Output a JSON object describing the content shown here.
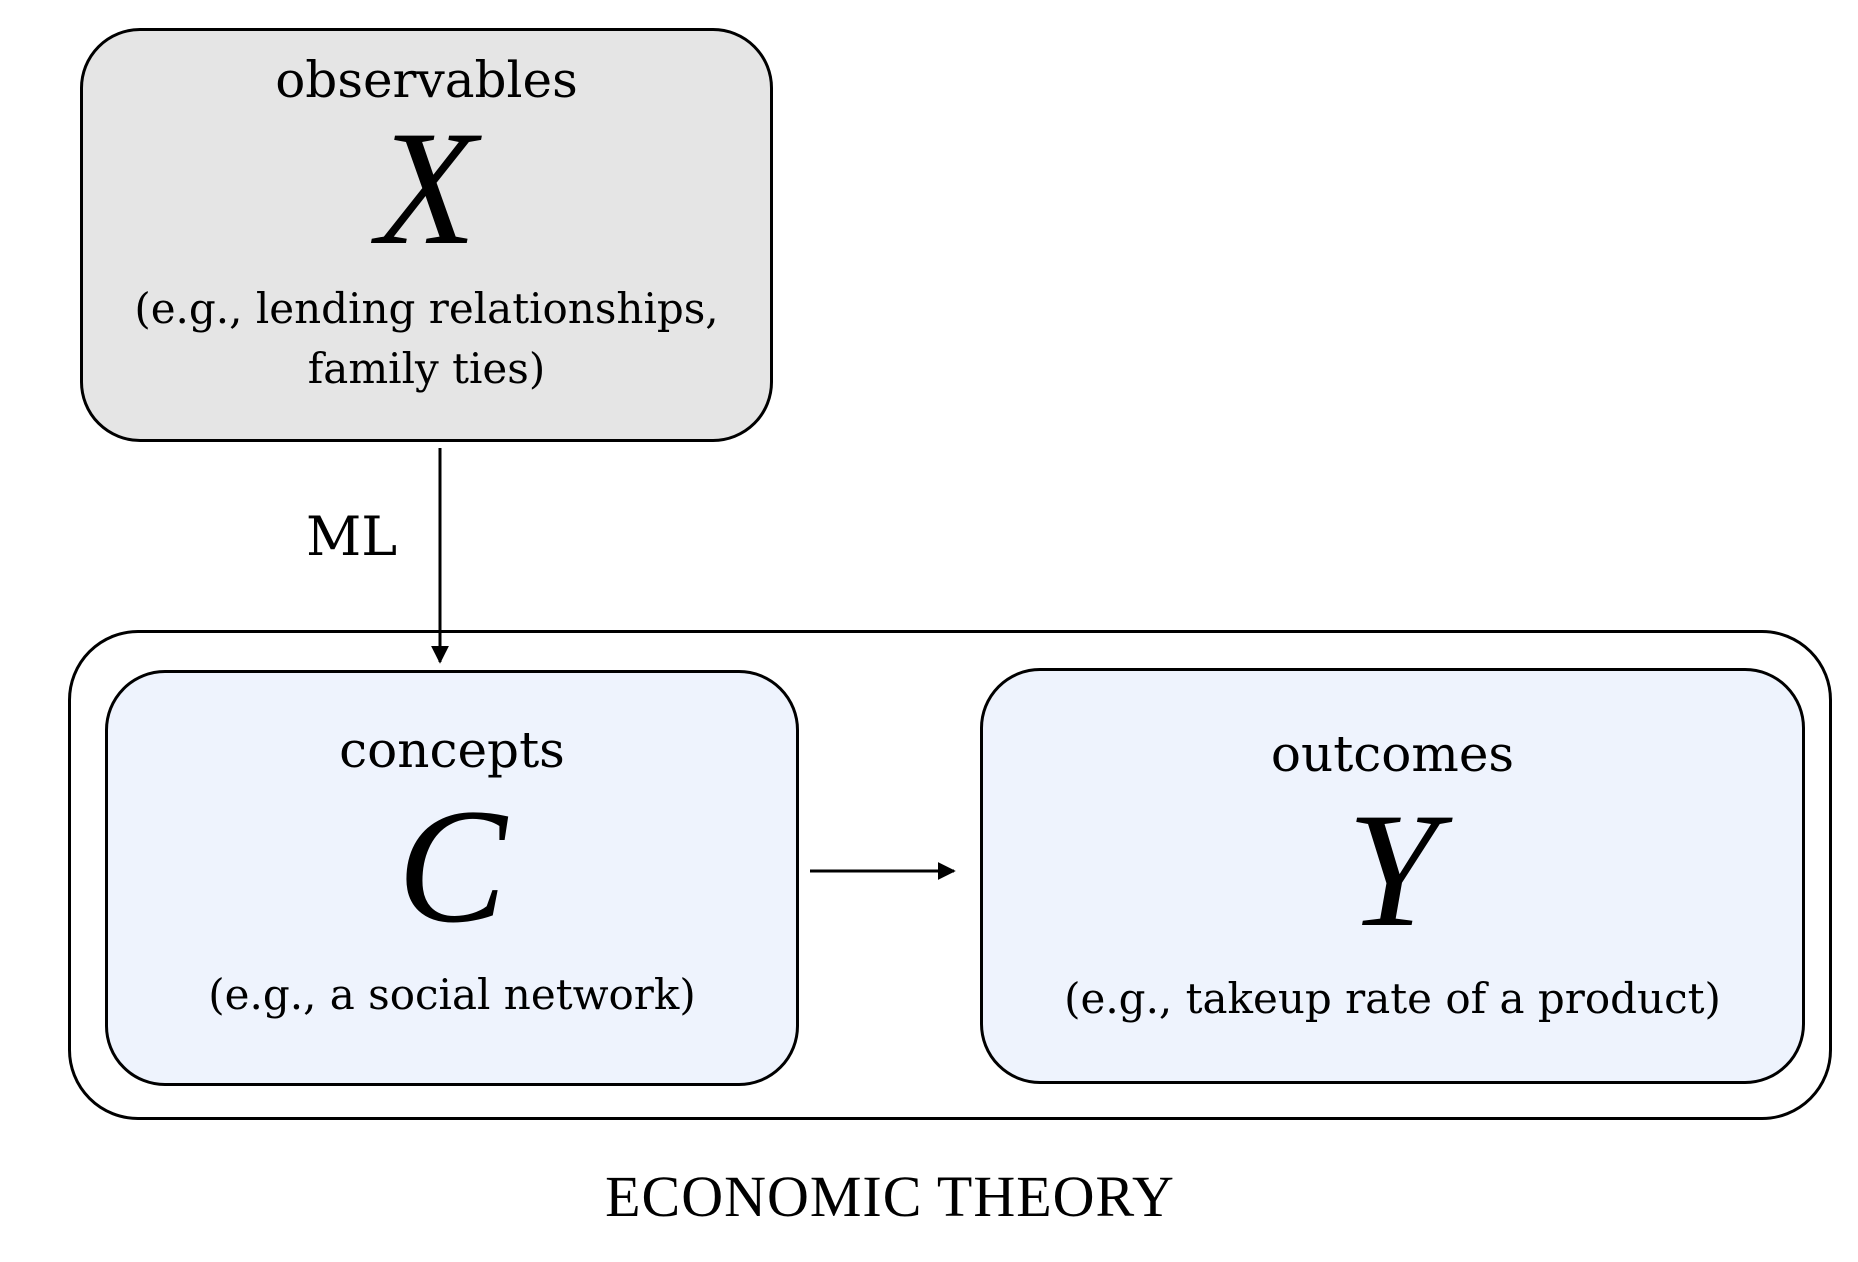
{
  "diagram": {
    "observables": {
      "label": "observables",
      "symbol": "X",
      "example_line1": "(e.g., lending relationships,",
      "example_line2": "family ties)",
      "fill": "#e5e5e5"
    },
    "concepts": {
      "label": "concepts",
      "symbol": "C",
      "example": "(e.g., a social network)",
      "fill": "#eef3fd"
    },
    "outcomes": {
      "label": "outcomes",
      "symbol": "Y",
      "example": "(e.g., takeup rate of a product)",
      "fill": "#eef3fd"
    },
    "edge_label": "ML",
    "frame_caption": "ECONOMIC THEORY",
    "stroke_color": "#000000"
  }
}
